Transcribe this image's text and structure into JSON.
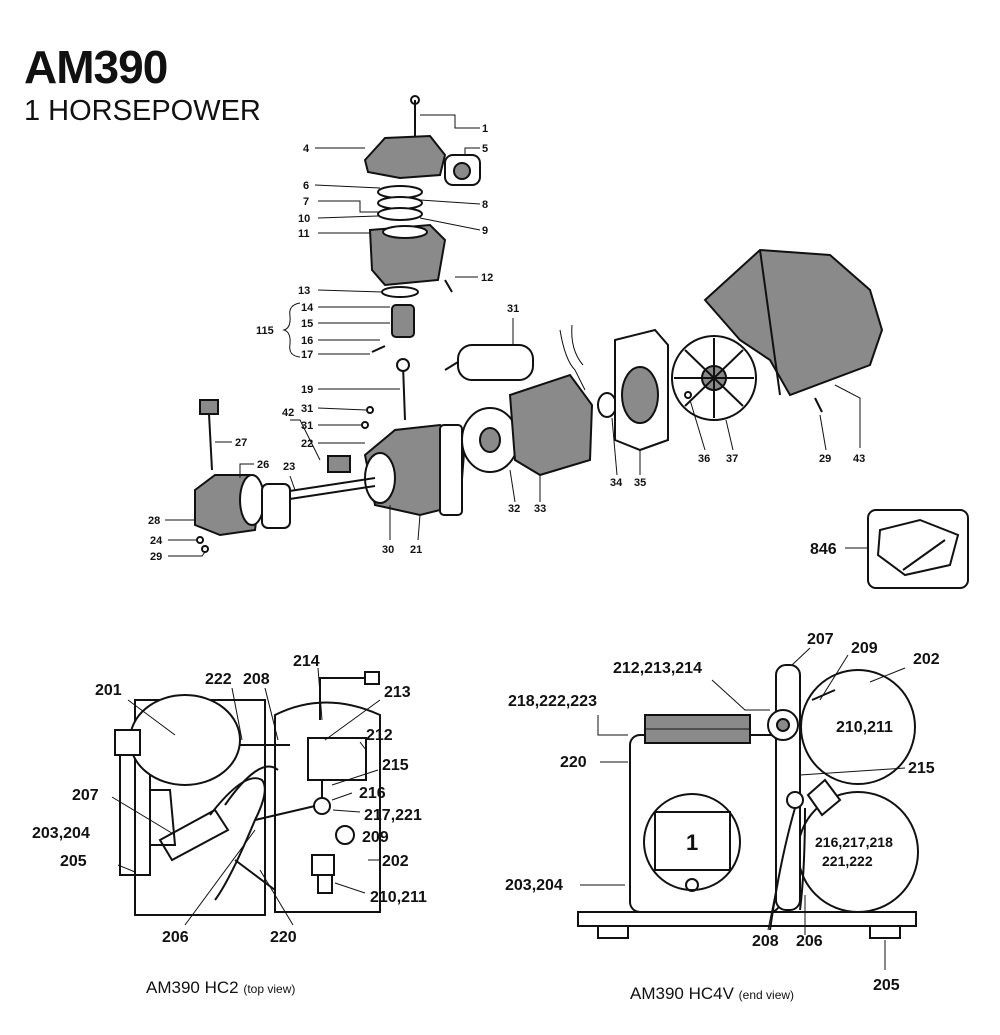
{
  "header": {
    "model": "AM390",
    "power": "1 HORSEPOWER"
  },
  "captions": {
    "hc2": {
      "main": "AM390  HC2",
      "note": "(top view)"
    },
    "hc4v": {
      "main": "AM390  HC4V",
      "note": "(end view)"
    }
  },
  "labels": {
    "pump": [
      "1",
      "4",
      "5",
      "6",
      "7",
      "8",
      "10",
      "9",
      "11",
      "12",
      "13",
      "14",
      "15",
      "115",
      "16",
      "17",
      "31",
      "19",
      "31",
      "31",
      "42",
      "22",
      "27",
      "26",
      "23",
      "28",
      "24",
      "29",
      "30",
      "21",
      "32",
      "33",
      "34",
      "35",
      "36",
      "37",
      "29",
      "43",
      "846"
    ],
    "hc2": [
      "201",
      "222",
      "208",
      "214",
      "213",
      "212",
      "215",
      "216",
      "217,221",
      "207",
      "203,204",
      "209",
      "205",
      "202",
      "210,211",
      "206",
      "220"
    ],
    "hc4v": [
      "207",
      "209",
      "202",
      "212,213,214",
      "218,222,223",
      "210,211",
      "220",
      "215",
      "1",
      "216,217,218",
      "221,222",
      "203,204",
      "208",
      "206",
      "205"
    ]
  }
}
